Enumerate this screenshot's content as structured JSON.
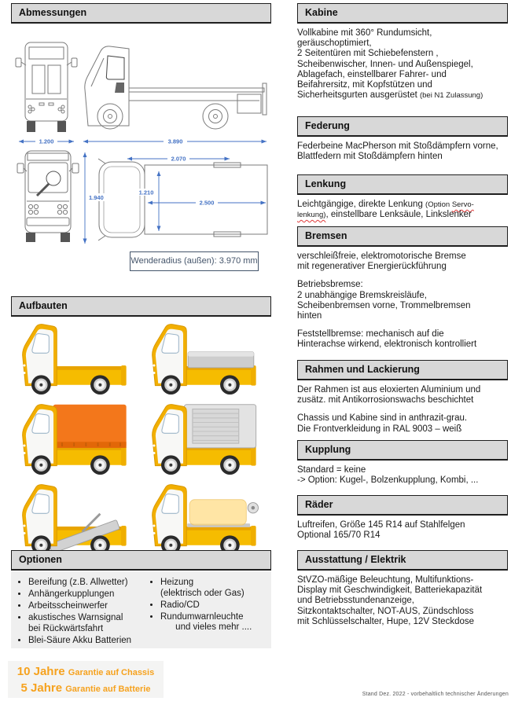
{
  "colors": {
    "header_bg": "#d8d8d8",
    "dimension_blue": "#4472c4",
    "wenderadius_navy": "#44546a",
    "accent_orange": "#F6A21E",
    "truck_yellow": "#F6BC00",
    "truck_orange": "#F3771B",
    "options_bg": "#efefef"
  },
  "abmessungen": {
    "title": "Abmessungen",
    "dims": {
      "width_front": "1.200",
      "length_total": "3.890",
      "height_total": "1.940",
      "length_top": "2.070",
      "width_bed": "1.210",
      "length_bed": "2.500"
    },
    "wenderadius": "Wenderadius (außen): 3.970 mm"
  },
  "aufbauten": {
    "title": "Aufbauten",
    "variants": [
      "flatbed",
      "dropside-gray",
      "tarp-orange",
      "box-roller-shutter",
      "tipper",
      "tank-sprayer"
    ]
  },
  "optionen": {
    "title": "Optionen",
    "left": [
      {
        "lines": [
          "Bereifung (z.B. Allwetter)"
        ]
      },
      {
        "lines": [
          "Anhängerkupplungen"
        ]
      },
      {
        "lines": [
          "Arbeitsscheinwerfer"
        ]
      },
      {
        "lines": [
          "akustisches Warnsignal",
          "bei Rückwärtsfahrt"
        ]
      },
      {
        "lines": [
          "Blei-Säure Akku Batterien"
        ]
      }
    ],
    "right": [
      {
        "lines": [
          "Heizung",
          "(elektrisch oder Gas)"
        ]
      },
      {
        "lines": [
          "Radio/CD"
        ]
      },
      {
        "lines": [
          "Rundumwarnleuchte",
          "      und vieles mehr ...."
        ]
      }
    ]
  },
  "garantie": {
    "lines": [
      {
        "big": "10 Jahre",
        "rest": "Garantie auf Chassis"
      },
      {
        "big": "5 Jahre",
        "rest": "Garantie auf Batterie"
      }
    ]
  },
  "sections": [
    {
      "id": "kabine",
      "title": "Kabine",
      "paragraphs": [
        [
          {
            "t": "Vollkabine mit 360° Rundumsicht,\ngeräuschoptimiert,\n2 Seitentüren mit Schiebefenstern ,\nScheibenwischer, Innen- und Außenspiegel,\nAblagefach, einstellbarer Fahrer- und\nBeifahrersitz, mit Kopfstützen und\nSicherheitsgurten ausgerüstet "
          },
          {
            "t": "(bei N1 Zulassung)",
            "small": true
          }
        ]
      ]
    },
    {
      "id": "federung",
      "title": "Federung",
      "paragraphs": [
        [
          {
            "t": "Federbeine MacPherson mit Stoßdämpfern vorne,\nBlattfedern mit Stoßdämpfern hinten"
          }
        ]
      ]
    },
    {
      "id": "lenkung",
      "title": "Lenkung",
      "paragraphs": [
        [
          {
            "t": "Leichtgängige, direkte Lenkung "
          },
          {
            "t": "(Option ",
            "small": true
          },
          {
            "t": "Servo-",
            "small": true,
            "squiggle": true
          },
          {
            "t": "\n"
          },
          {
            "t": "lenkung)",
            "small": true,
            "squiggle": true
          },
          {
            "t": ", einstellbare Lenksäule, Linkslenker"
          }
        ]
      ]
    },
    {
      "id": "bremsen",
      "title": "Bremsen",
      "paragraphs": [
        [
          {
            "t": "verschleißfreie, elektromotorische Bremse\nmit regenerativer Energierückführung"
          }
        ],
        [
          {
            "t": "Betriebsbremse:\n2 unabhängige Bremskreisläufe,\nScheibenbremsen vorne, Trommelbremsen\nhinten"
          }
        ],
        [
          {
            "t": "Feststellbremse: mechanisch auf die\nHinterachse wirkend, elektronisch kontrolliert"
          }
        ]
      ]
    },
    {
      "id": "rahmen",
      "title": "Rahmen und Lackierung",
      "paragraphs": [
        [
          {
            "t": "Der Rahmen ist aus eloxierten Aluminium und\nzusätz. mit Antikorrosionswachs beschichtet"
          }
        ],
        [
          {
            "t": "Chassis und Kabine sind in anthrazit-grau.\nDie Frontverkleidung in RAL 9003 – weiß"
          }
        ]
      ]
    },
    {
      "id": "kupplung",
      "title": "Kupplung",
      "paragraphs": [
        [
          {
            "t": "Standard = keine\n-> Option: Kugel-, Bolzenkupplung, Kombi, ..."
          }
        ]
      ]
    },
    {
      "id": "raeder",
      "title": "Räder",
      "paragraphs": [
        [
          {
            "t": "Luftreifen, Größe 145 R14 auf Stahlfelgen\nOptional 165/70 R14"
          }
        ]
      ]
    },
    {
      "id": "ausstattung",
      "title": "Ausstattung / Elektrik",
      "paragraphs": [
        [
          {
            "t": "StVZO-mäßige Beleuchtung, Multifunktions-\nDisplay mit Geschwindigkeit, Batteriekapazität\nund Betriebsstundenanzeige,\nSitzkontaktschalter, NOT-AUS, Zündschloss\nmit Schlüsselschalter, Hupe, 12V Steckdose"
          }
        ]
      ]
    }
  ],
  "footer": "Stand Dez. 2022 - vorbehaltlich technischer Änderungen"
}
